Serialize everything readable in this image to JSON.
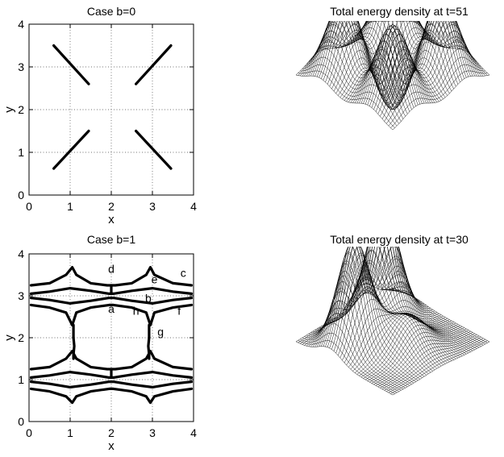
{
  "chart_data": [
    {
      "type": "line",
      "title": "Case b=0",
      "xlabel": "x",
      "ylabel": "y",
      "xlim": [
        0,
        4
      ],
      "ylim": [
        0,
        4
      ],
      "xticks": [
        "0",
        "1",
        "2",
        "3",
        "4"
      ],
      "yticks": [
        "0",
        "1",
        "2",
        "3",
        "4"
      ],
      "grid": true,
      "series": [
        {
          "x": [
            0.6,
            1.45
          ],
          "y": [
            3.5,
            2.6
          ]
        },
        {
          "x": [
            2.6,
            3.45
          ],
          "y": [
            2.6,
            3.5
          ]
        },
        {
          "x": [
            0.6,
            1.45
          ],
          "y": [
            0.62,
            1.5
          ]
        },
        {
          "x": [
            2.6,
            3.45
          ],
          "y": [
            1.5,
            0.62
          ]
        }
      ]
    },
    {
      "type": "surface",
      "title": "Total energy density at t=51"
    },
    {
      "type": "line",
      "title": "Case b=1",
      "xlabel": "x",
      "ylabel": "y",
      "xlim": [
        0,
        4
      ],
      "ylim": [
        0,
        4
      ],
      "xticks": [
        "0",
        "1",
        "2",
        "3",
        "4"
      ],
      "yticks": [
        "0",
        "1",
        "2",
        "3",
        "4"
      ],
      "grid": true,
      "annotations": [
        {
          "text": "d",
          "x": 2.0,
          "y": 3.55
        },
        {
          "text": "c",
          "x": 3.75,
          "y": 3.45
        },
        {
          "text": "e",
          "x": 3.05,
          "y": 3.3
        },
        {
          "text": "b",
          "x": 2.9,
          "y": 2.85
        },
        {
          "text": "a",
          "x": 2.0,
          "y": 2.6
        },
        {
          "text": "h",
          "x": 2.6,
          "y": 2.55
        },
        {
          "text": "f",
          "x": 3.65,
          "y": 2.55
        },
        {
          "text": "g",
          "x": 3.2,
          "y": 2.05
        }
      ],
      "series": [
        {
          "x": [
            0.05,
            0.5,
            0.9,
            1.05,
            1.15,
            1.5,
            1.9,
            2.1,
            2.5,
            2.85,
            2.95,
            3.05,
            3.5,
            3.95
          ],
          "y": [
            3.25,
            3.3,
            3.5,
            3.68,
            3.5,
            3.3,
            3.25,
            3.25,
            3.3,
            3.5,
            3.68,
            3.5,
            3.3,
            3.25
          ]
        },
        {
          "x": [
            0.05,
            0.5,
            1.0,
            1.5,
            1.95,
            2.05,
            2.5,
            3.0,
            3.5,
            3.95
          ],
          "y": [
            3.05,
            3.1,
            3.18,
            3.12,
            3.05,
            3.05,
            3.12,
            3.18,
            3.1,
            3.05
          ]
        },
        {
          "x": [
            0.05,
            0.5,
            1.0,
            1.5,
            1.95,
            2.05,
            2.5,
            3.0,
            3.5,
            3.95
          ],
          "y": [
            2.95,
            2.9,
            2.82,
            2.88,
            2.95,
            2.95,
            2.88,
            2.82,
            2.9,
            2.95
          ]
        },
        {
          "x": [
            0.05,
            0.5,
            0.9,
            1.05,
            1.15,
            1.5,
            1.95,
            2.05,
            2.5,
            2.85,
            2.95,
            3.05,
            3.5,
            3.95
          ],
          "y": [
            2.78,
            2.72,
            2.6,
            2.3,
            2.6,
            2.72,
            2.78,
            2.78,
            2.72,
            2.6,
            2.3,
            2.6,
            2.72,
            2.78
          ]
        },
        {
          "x": [
            0.05,
            0.5,
            0.9,
            1.05,
            1.15,
            1.5,
            1.9,
            2.1,
            2.5,
            2.85,
            2.95,
            3.05,
            3.5,
            3.95
          ],
          "y": [
            1.25,
            1.3,
            1.5,
            1.68,
            1.5,
            1.3,
            1.25,
            1.25,
            1.3,
            1.5,
            1.68,
            1.5,
            1.3,
            1.25
          ]
        },
        {
          "x": [
            0.05,
            0.5,
            1.0,
            1.5,
            1.95,
            2.05,
            2.5,
            3.0,
            3.5,
            3.95
          ],
          "y": [
            1.05,
            1.1,
            1.18,
            1.12,
            1.05,
            1.05,
            1.12,
            1.18,
            1.1,
            1.05
          ]
        },
        {
          "x": [
            0.05,
            0.5,
            1.0,
            1.5,
            1.95,
            2.05,
            2.5,
            3.0,
            3.5,
            3.95
          ],
          "y": [
            0.95,
            0.9,
            0.82,
            0.88,
            0.95,
            0.95,
            0.88,
            0.82,
            0.9,
            0.95
          ]
        },
        {
          "x": [
            0.05,
            0.5,
            0.9,
            1.05,
            1.15,
            1.5,
            1.95,
            2.05,
            2.5,
            2.85,
            2.95,
            3.05,
            3.5,
            3.95
          ],
          "y": [
            0.78,
            0.72,
            0.6,
            0.45,
            0.6,
            0.72,
            0.78,
            0.78,
            0.72,
            0.6,
            0.45,
            0.6,
            0.72,
            0.78
          ]
        },
        {
          "x": [
            1.08,
            1.08,
            1.1,
            1.08,
            1.08
          ],
          "y": [
            2.3,
            2.0,
            1.8,
            1.6,
            1.5
          ]
        },
        {
          "x": [
            2.92,
            2.92,
            2.9,
            2.92,
            2.92
          ],
          "y": [
            2.3,
            2.0,
            1.8,
            1.6,
            1.5
          ]
        },
        {
          "x": [
            2.0,
            2.0
          ],
          "y": [
            3.25,
            3.05
          ]
        },
        {
          "x": [
            2.0,
            2.0
          ],
          "y": [
            1.25,
            1.05
          ]
        }
      ]
    },
    {
      "type": "surface",
      "title": "Total energy density at t=30"
    }
  ]
}
